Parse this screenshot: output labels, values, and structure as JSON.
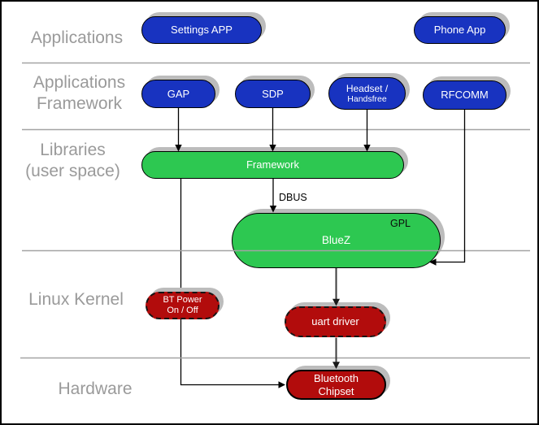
{
  "colors": {
    "node_blue": "#1833c0",
    "node_green": "#2dc851",
    "node_red": "#b20c0c",
    "row_label_gray": "#9a9a9a",
    "divider_gray": "#a3a3a3",
    "edge_black": "#000000",
    "edge_dark_gray": "#3d3d3d",
    "shadow_gray": "#bcbcbc",
    "background": "#ffffff"
  },
  "rows": {
    "applications": {
      "line1": "Applications"
    },
    "applications_framework": {
      "line1": "Applications",
      "line2": "Framework"
    },
    "libraries": {
      "line1": "Libraries",
      "line2": "(user space)"
    },
    "linux_kernel": {
      "line1": "Linux Kernel"
    },
    "hardware": {
      "line1": "Hardware"
    }
  },
  "nodes": {
    "settings_app": {
      "label": "Settings APP"
    },
    "phone_app": {
      "label": "Phone App"
    },
    "gap": {
      "label": "GAP"
    },
    "sdp": {
      "label": "SDP"
    },
    "headset": {
      "line1": "Headset /",
      "line2": "Handsfree"
    },
    "rfcomm": {
      "label": "RFCOMM"
    },
    "framework": {
      "label": "Framework"
    },
    "bluez": {
      "label": "BlueZ",
      "badge": "GPL"
    },
    "bt_power": {
      "line1": "BT Power",
      "line2": "On / Off"
    },
    "uart_driver": {
      "label": "uart driver"
    },
    "bluetooth_chipset": {
      "line1": "Bluetooth",
      "line2": "Chipset"
    }
  },
  "edge_labels": {
    "dbus": "DBUS"
  }
}
